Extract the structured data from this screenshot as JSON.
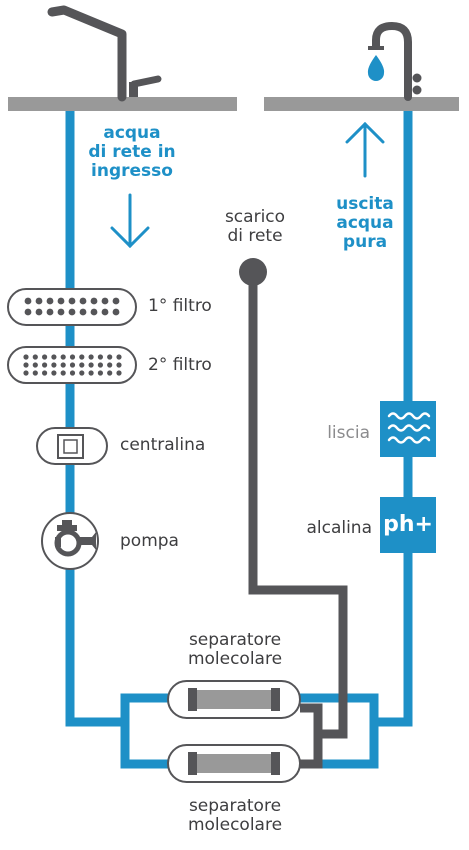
{
  "labels": {
    "inlet": "acqua\ndi rete in\ningresso",
    "drain": "scarico\ndi rete",
    "outlet": "uscita\nacqua\npura",
    "filter1": "1° filtro",
    "filter2": "2° filtro",
    "controller": "centralina",
    "pump": "pompa",
    "smooth": "liscia",
    "alkaline": "alcalina",
    "ph_badge": "ph+",
    "separator_top": "separatore\nmolecolare",
    "separator_bottom": "separatore\nmolecolare"
  },
  "colors": {
    "water_pipe": "#1e90c7",
    "drain_pipe": "#555558",
    "counter": "#999999",
    "badge": "#1e90c7"
  },
  "icons": [
    "tap-icon",
    "faucet-icon",
    "water-drop-icon",
    "arrow-down-icon",
    "arrow-up-icon",
    "wave-icon",
    "ph-plus-icon",
    "pump-icon"
  ]
}
